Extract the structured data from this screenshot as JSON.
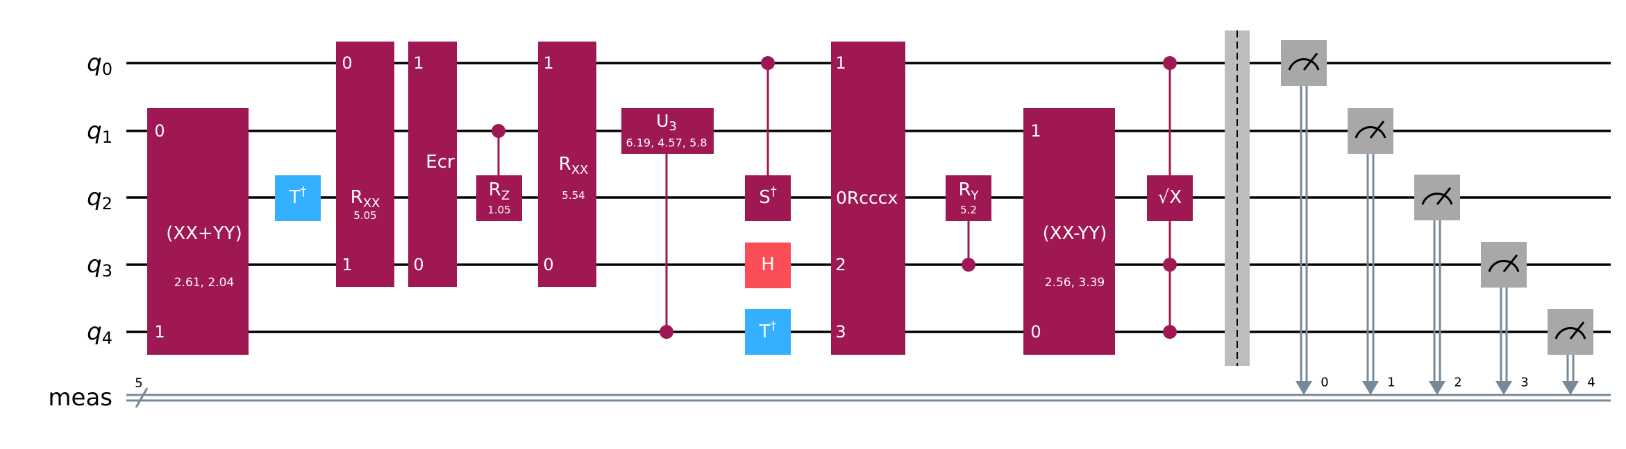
{
  "wires": [
    {
      "base": "q",
      "sub": "0"
    },
    {
      "base": "q",
      "sub": "1"
    },
    {
      "base": "q",
      "sub": "2"
    },
    {
      "base": "q",
      "sub": "3"
    },
    {
      "base": "q",
      "sub": "4"
    }
  ],
  "classical": {
    "name": "meas",
    "width_label": "5",
    "bit_labels": [
      "0",
      "1",
      "2",
      "3",
      "4"
    ]
  },
  "colors": {
    "gate": "#9f1853",
    "pauli": "#33b1ff",
    "hadamard": "#fa4d56",
    "measure": "#a8a8a8",
    "classical": "#778899",
    "barrier": "#bdbdbd",
    "wire": "#000000"
  },
  "gates": {
    "xxpyy": {
      "name": "(XX+YY)",
      "params": "2.61, 2.04",
      "pins": [
        "0",
        "1"
      ]
    },
    "tdg1": {
      "base": "T",
      "sup": "†"
    },
    "rxx1": {
      "base": "R",
      "sub": "XX",
      "params": "5.05",
      "pins": [
        "0",
        "1"
      ]
    },
    "ecr": {
      "name": "Ecr",
      "pins": [
        "1",
        "0"
      ]
    },
    "rz": {
      "base": "R",
      "sub": "Z",
      "params": "1.05"
    },
    "rxx2": {
      "base": "R",
      "sub": "XX",
      "params": "5.54",
      "pins": [
        "1",
        "0"
      ]
    },
    "u3": {
      "base": "U",
      "sub": "3",
      "params": "6.19, 4.57, 5.8"
    },
    "sdg": {
      "base": "S",
      "sup": "†"
    },
    "h": {
      "name": "H"
    },
    "tdg2": {
      "base": "T",
      "sup": "†"
    },
    "rcccx": {
      "pins": [
        "1",
        "0",
        "2",
        "3"
      ],
      "name": "Rcccx"
    },
    "ry": {
      "base": "R",
      "sub": "Y",
      "params": "5.2"
    },
    "xxmyy": {
      "name": "(XX-YY)",
      "params": "2.56, 3.39",
      "pins": [
        "1",
        "0"
      ]
    },
    "sx": {
      "name": "√X"
    }
  }
}
